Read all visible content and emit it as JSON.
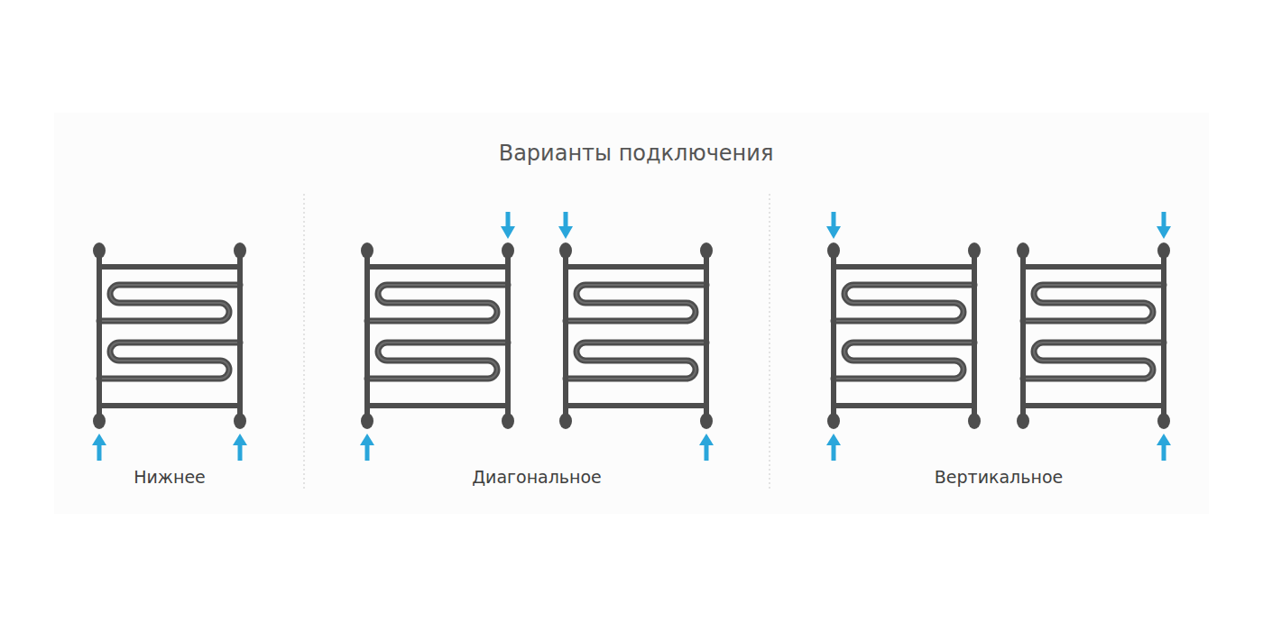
{
  "diagram": {
    "title": "Варианты подключения",
    "labels": [
      "Нижнее",
      "Диагональное",
      "Вертикальное"
    ]
  }
}
